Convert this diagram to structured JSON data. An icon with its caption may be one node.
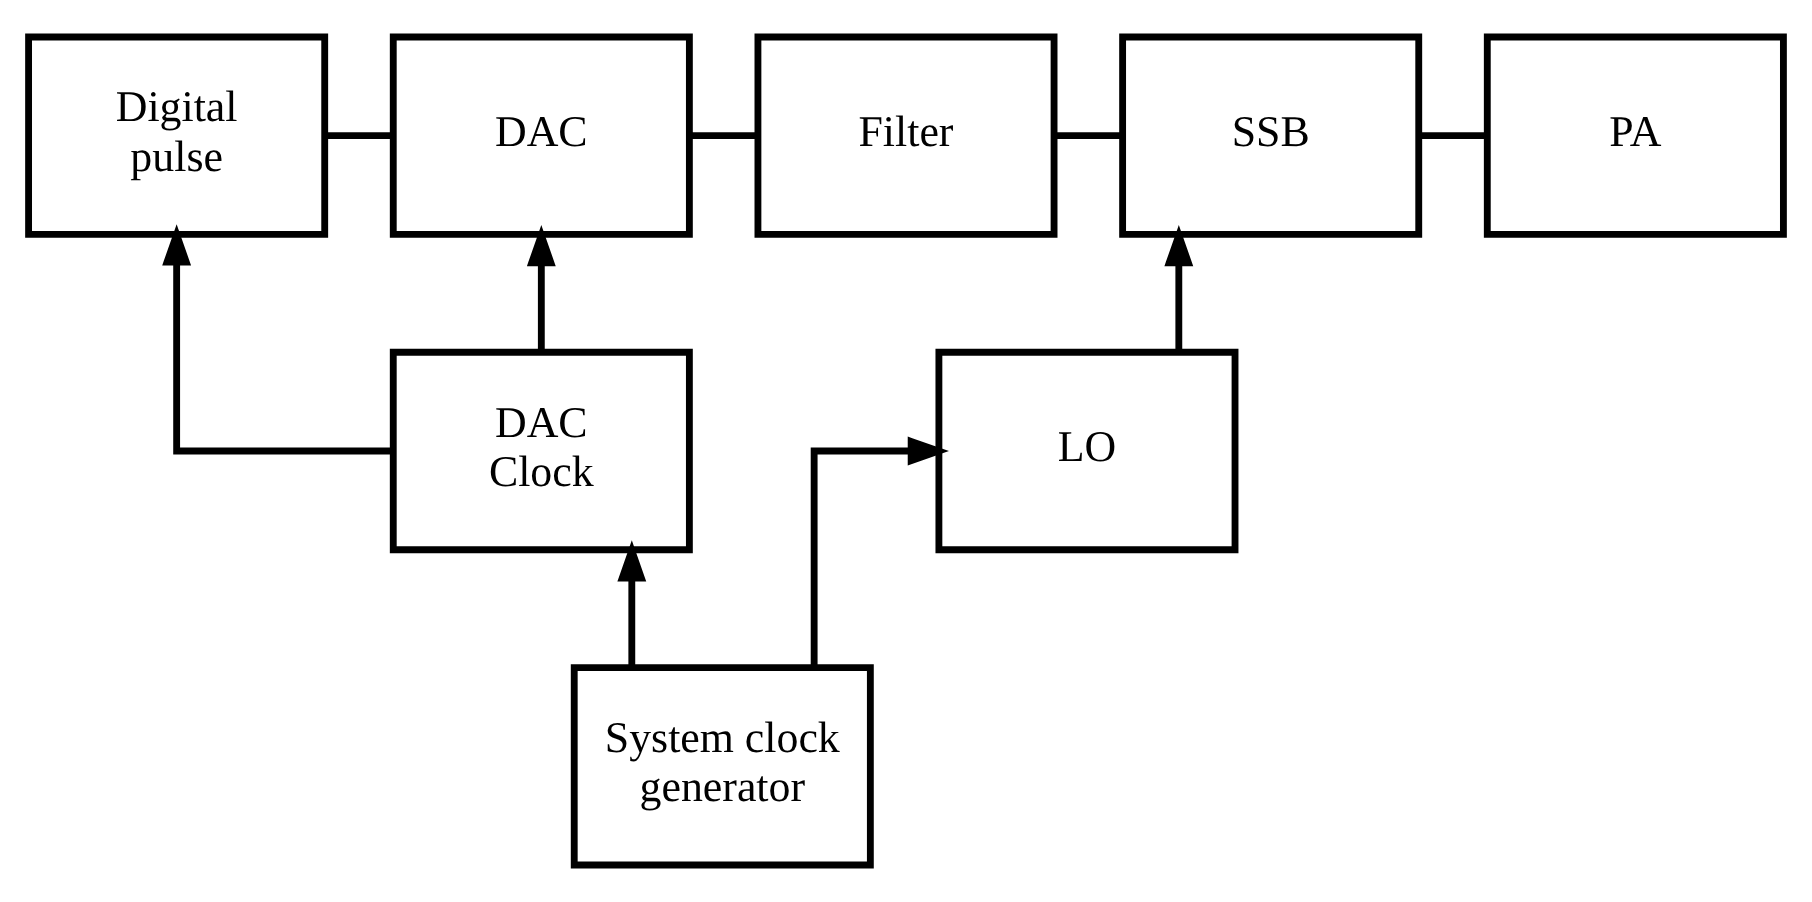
{
  "diagram": {
    "nodes": [
      {
        "text": [
          "Digital pulse"
        ]
      },
      {
        "text": [
          "DAC"
        ]
      },
      {
        "text": [
          "Filter"
        ]
      },
      {
        "text": [
          "SSB"
        ]
      },
      {
        "text": [
          "PA"
        ]
      },
      {
        "text": [
          "DAC Clock"
        ]
      },
      {
        "text": [
          "LO"
        ]
      },
      {
        "text": [
          "System clock generator"
        ]
      }
    ],
    "edges": [
      {
        "from": 0,
        "to": 1,
        "arrow": "none"
      },
      {
        "from": 1,
        "to": 2,
        "arrow": "none"
      },
      {
        "from": 2,
        "to": 3,
        "arrow": "none"
      },
      {
        "from": 3,
        "to": 4,
        "arrow": "none"
      },
      {
        "from": 5,
        "to": 0,
        "arrow": "to"
      },
      {
        "from": 5,
        "to": 1,
        "arrow": "to"
      },
      {
        "from": 6,
        "to": 3,
        "arrow": "to"
      },
      {
        "from": 7,
        "to": 5,
        "arrow": "to"
      },
      {
        "from": 7,
        "to": 6,
        "arrow": "to"
      }
    ]
  }
}
